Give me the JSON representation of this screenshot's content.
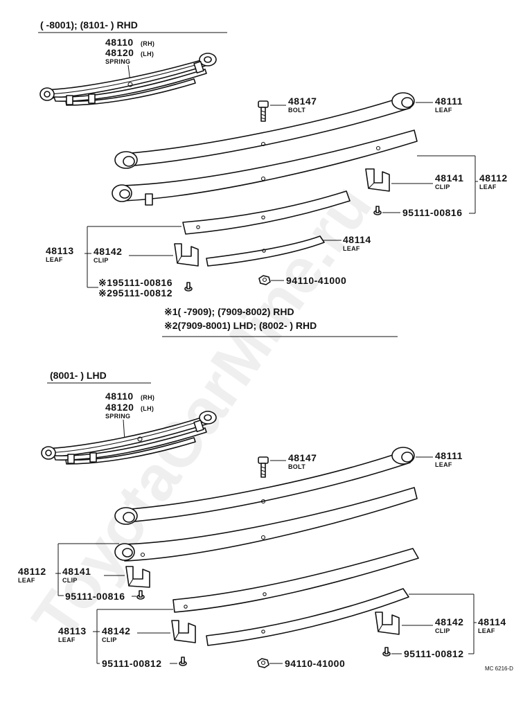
{
  "watermark": "ToyotaCarMine.ru",
  "diagram_code": "MC 6216-D",
  "top": {
    "condition": "(        -8001); (8101-          ) RHD",
    "spring": {
      "pn1": "48110",
      "pn1_side": "(RH)",
      "pn2": "48120",
      "pn2_side": "(LH)",
      "name": "SPRING"
    },
    "bolt": {
      "pn": "48147",
      "name": "BOLT"
    },
    "leaf1": {
      "pn": "48111",
      "name": "LEAF"
    },
    "clip_a": {
      "pn": "48141",
      "name": "CLIP"
    },
    "leaf2": {
      "pn": "48112",
      "name": "LEAF"
    },
    "rivet_a": "95111-00816",
    "leaf3": {
      "pn": "48113",
      "name": "LEAF"
    },
    "clip_b": {
      "pn": "48142",
      "name": "CLIP"
    },
    "leaf4": {
      "pn": "48114",
      "name": "LEAF"
    },
    "nut": "94110-41000",
    "rivet_b1": "※195111-00816",
    "rivet_b2": "※295111-00812",
    "note1": "※1(         -7909); (7909-8002) RHD",
    "note2": "※2(7909-8001) LHD; (8002-          ) RHD"
  },
  "bottom": {
    "condition": "(8001-          ) LHD",
    "spring": {
      "pn1": "48110",
      "pn1_side": "(RH)",
      "pn2": "48120",
      "pn2_side": "(LH)",
      "name": "SPRING"
    },
    "bolt": {
      "pn": "48147",
      "name": "BOLT"
    },
    "leaf1": {
      "pn": "48111",
      "name": "LEAF"
    },
    "leaf2": {
      "pn": "48112",
      "name": "LEAF"
    },
    "clip_a": {
      "pn": "48141",
      "name": "CLIP"
    },
    "rivet_a": "95111-00816",
    "leaf3": {
      "pn": "48113",
      "name": "LEAF"
    },
    "clip_b": {
      "pn": "48142",
      "name": "CLIP"
    },
    "clip_c": {
      "pn": "48142",
      "name": "CLIP"
    },
    "leaf4": {
      "pn": "48114",
      "name": "LEAF"
    },
    "rivet_b": "95111-00812",
    "nut": "94110-41000",
    "rivet_c": "95111-00812"
  }
}
